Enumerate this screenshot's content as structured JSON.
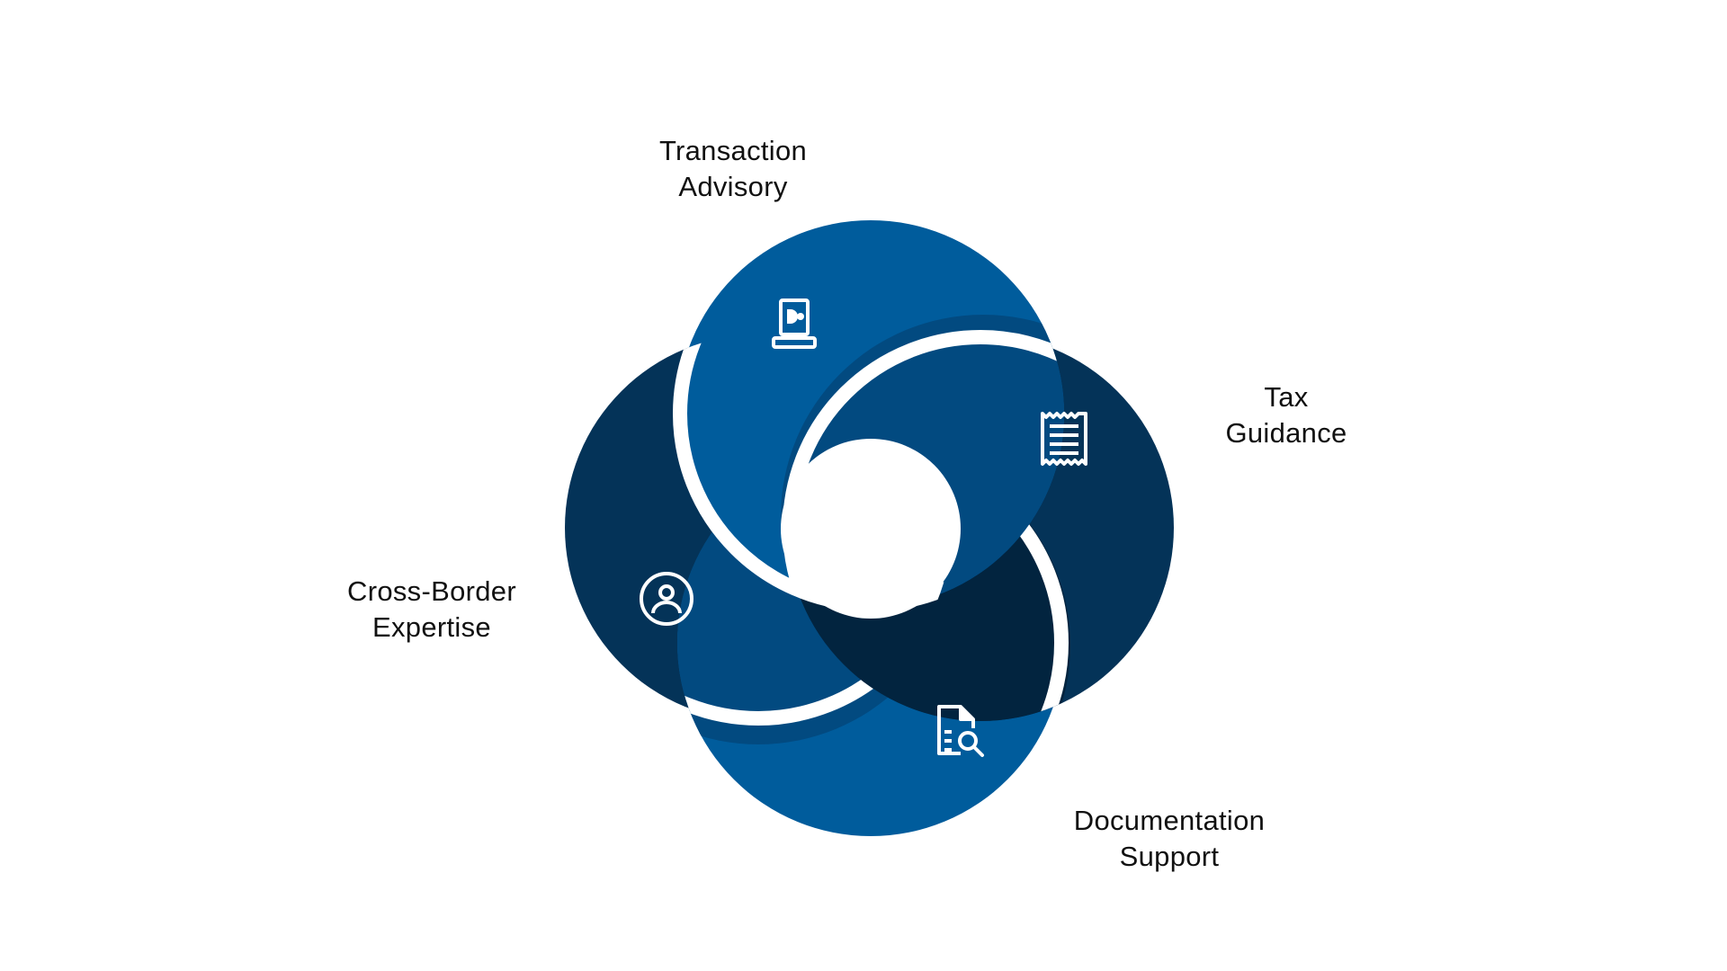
{
  "segments": [
    {
      "id": "transaction-advisory",
      "label_line1": "Transaction",
      "label_line2": "Advisory",
      "icon": "kiosk-icon",
      "color": "#005c9c"
    },
    {
      "id": "tax-guidance",
      "label_line1": "Tax",
      "label_line2": "Guidance",
      "icon": "receipt-icon",
      "color": "#043358"
    },
    {
      "id": "documentation-support",
      "label_line1": "Documentation",
      "label_line2": "Support",
      "icon": "document-search-icon",
      "color": "#005c9c"
    },
    {
      "id": "cross-border-expertise",
      "label_line1": "Cross-Border",
      "label_line2": "Expertise",
      "icon": "user-circle-icon",
      "color": "#043358"
    }
  ],
  "colors": {
    "light_blue": "#005c9c",
    "dark_blue": "#043358",
    "shadow": "#02243f",
    "background": "#ffffff",
    "icon": "#ffffff"
  }
}
